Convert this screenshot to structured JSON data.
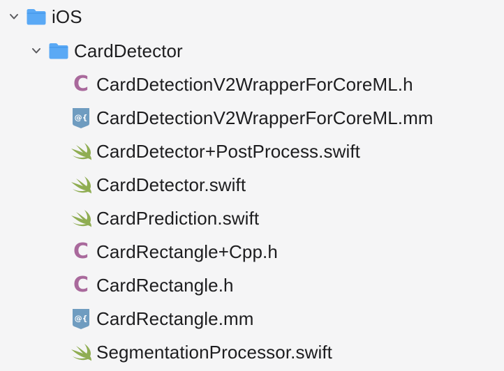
{
  "navigator": {
    "root": {
      "label": "iOS",
      "icon": "folder-icon",
      "expanded": true
    },
    "group": {
      "label": "CardDetector",
      "icon": "folder-icon",
      "expanded": true
    },
    "files": [
      {
        "label": "CardDetectionV2WrapperForCoreML.h",
        "icon": "c-header-icon"
      },
      {
        "label": "CardDetectionV2WrapperForCoreML.mm",
        "icon": "objc-source-icon"
      },
      {
        "label": "CardDetector+PostProcess.swift",
        "icon": "swift-icon"
      },
      {
        "label": "CardDetector.swift",
        "icon": "swift-icon"
      },
      {
        "label": "CardPrediction.swift",
        "icon": "swift-icon"
      },
      {
        "label": "CardRectangle+Cpp.h",
        "icon": "c-header-icon"
      },
      {
        "label": "CardRectangle.h",
        "icon": "c-header-icon"
      },
      {
        "label": "CardRectangle.mm",
        "icon": "objc-source-icon"
      },
      {
        "label": "SegmentationProcessor.swift",
        "icon": "swift-icon"
      }
    ]
  },
  "icon_glyphs": {
    "c_header": "C",
    "objc_source": "@{"
  },
  "colors": {
    "folder": "#5aa9f5",
    "c_header": "#a9699c",
    "objc_source": "#6f9cc0",
    "swift": "#8fad52",
    "chevron": "#5a5a5e",
    "background": "#f5f5f6"
  }
}
